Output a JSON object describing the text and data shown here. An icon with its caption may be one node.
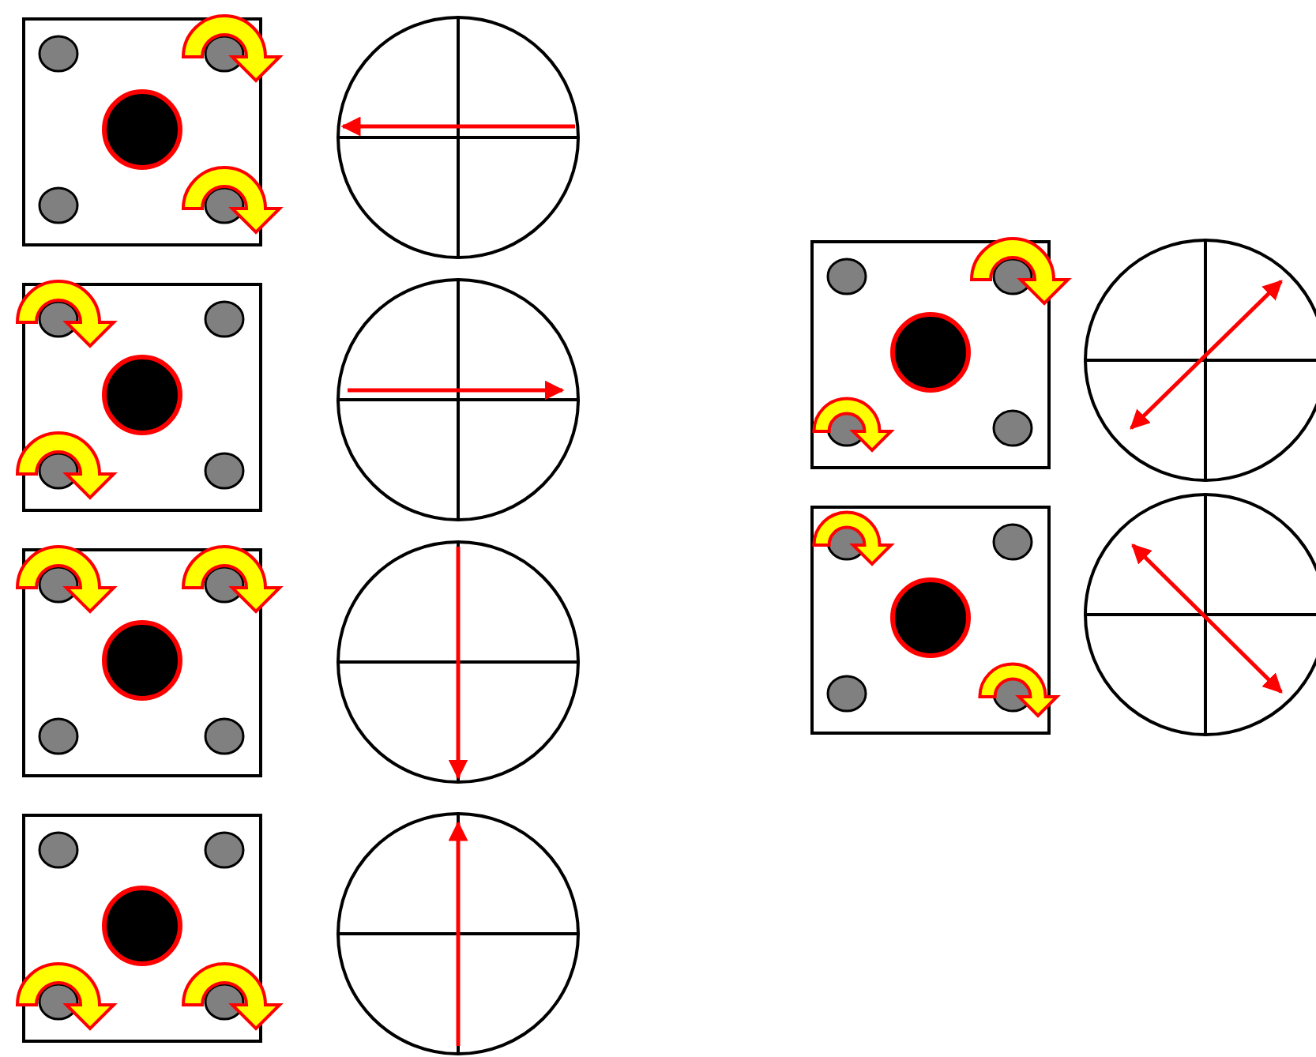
{
  "diagram": {
    "nodes": [
      {
        "text": [],
        "shape": "box"
      },
      {
        "text": [],
        "shape": "circle"
      },
      {
        "text": [],
        "shape": "box"
      },
      {
        "text": [],
        "shape": "circle"
      },
      {
        "text": [],
        "shape": "box"
      },
      {
        "text": [],
        "shape": "circle"
      },
      {
        "text": [],
        "shape": "box"
      },
      {
        "text": [],
        "shape": "circle"
      },
      {
        "text": [],
        "shape": "box"
      },
      {
        "text": [],
        "shape": "circle"
      },
      {
        "text": [],
        "shape": "box"
      },
      {
        "text": [],
        "shape": "circle"
      }
    ]
  }
}
